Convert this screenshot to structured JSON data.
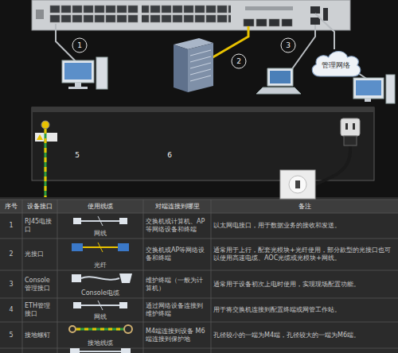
{
  "diagram": {
    "nodes": [
      {
        "text": [
          "管理网络"
        ]
      }
    ],
    "labels": [
      "1",
      "2",
      "3",
      "5",
      "6",
      "序号",
      "设备接口",
      "使用线缆",
      "对端连接到哪里",
      "备注",
      "1",
      "RJ45电接口",
      "网线",
      "交换机或计算机、AP等网络设备和终端",
      "以太网电接口，用于数据业务的接收和发送。",
      "2",
      "光接口",
      "光纤",
      "交换机或AP等网络设备和终端",
      "通常用于上行，配套光模块+光纤使用，部分款型的光接口也可以使用高速电缆、AOC光缆或光模块+网线。",
      "3",
      "Console管理接口",
      "Console电缆",
      "维护终端（一般为计算机）",
      "通常用于设备初次上电时使用，实现现场配置功能。",
      "4",
      "ETH管理接口",
      "网线",
      "通过网络设备连接到维护终端",
      "用于将交换机连接到配置终端或网管工作站。",
      "5",
      "接地螺钉",
      "接地线缆",
      "M4端连接到设备 M6端连接到保护地",
      "孔径较小的一端为M4端，孔径较大的一端为M6端。"
    ]
  }
}
